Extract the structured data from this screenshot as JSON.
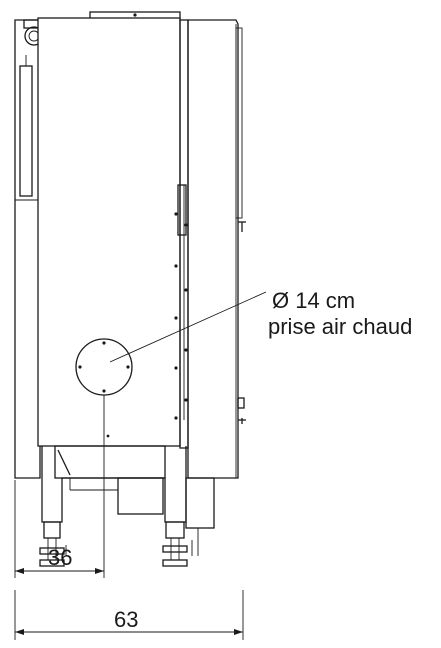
{
  "annotation": {
    "diameter_label": "Ø 14 cm",
    "description_label": "prise air chaud"
  },
  "dimensions": {
    "inner_width_label": "36",
    "overall_width_label": "63"
  },
  "colors": {
    "line": "#1a1a1a",
    "background": "#ffffff"
  }
}
